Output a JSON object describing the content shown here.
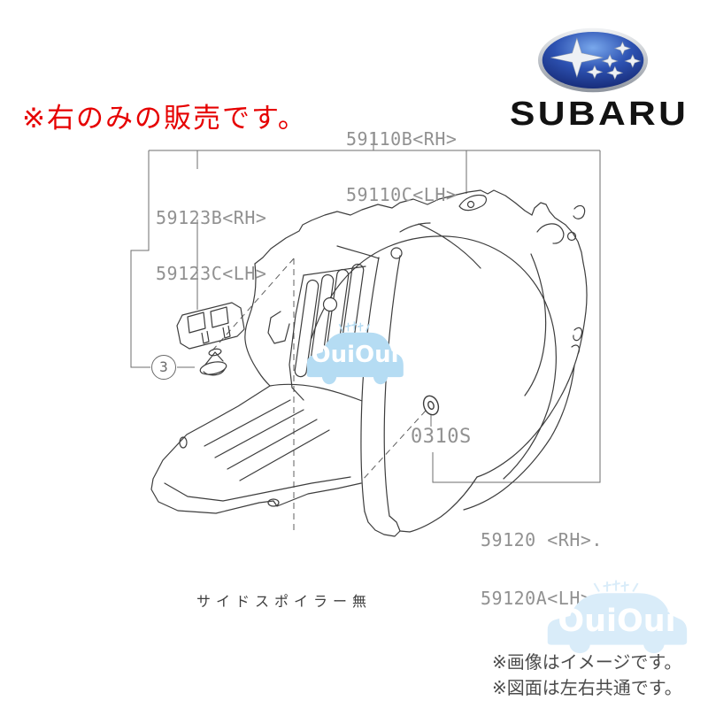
{
  "notice": {
    "text": "※右のみの販売です。",
    "color": "#e60000"
  },
  "brand": {
    "wordmark": "SUBARU",
    "emblem": "subaru-six-stars-oval",
    "emblem_colors": {
      "ring": "#9aa0a8",
      "field_top": "#79a8ec",
      "field_bottom": "#0d1a5e",
      "stars": "#eef1f5"
    }
  },
  "diagram": {
    "caption": "サイドスポイラー無",
    "parts": {
      "p59110": {
        "rh": "59110B<RH>",
        "lh": "59110C<LH>"
      },
      "p59123": {
        "rh": "59123B<RH>",
        "lh": "59123C<LH>"
      },
      "p0310s": {
        "code": "0310S"
      },
      "p59120": {
        "rh": "59120 <RH>.",
        "lh": "59120A<LH>"
      },
      "callout": {
        "number": "3"
      }
    },
    "label_color": "#919191",
    "line_color": "#3d3d3d"
  },
  "watermark": {
    "text": "OuiOui",
    "color_center": "#b5dcf3",
    "color_corner": "#d9ecf9"
  },
  "footnotes": {
    "line1": "※画像はイメージです。",
    "line2": "※図面は左右共通です。"
  }
}
